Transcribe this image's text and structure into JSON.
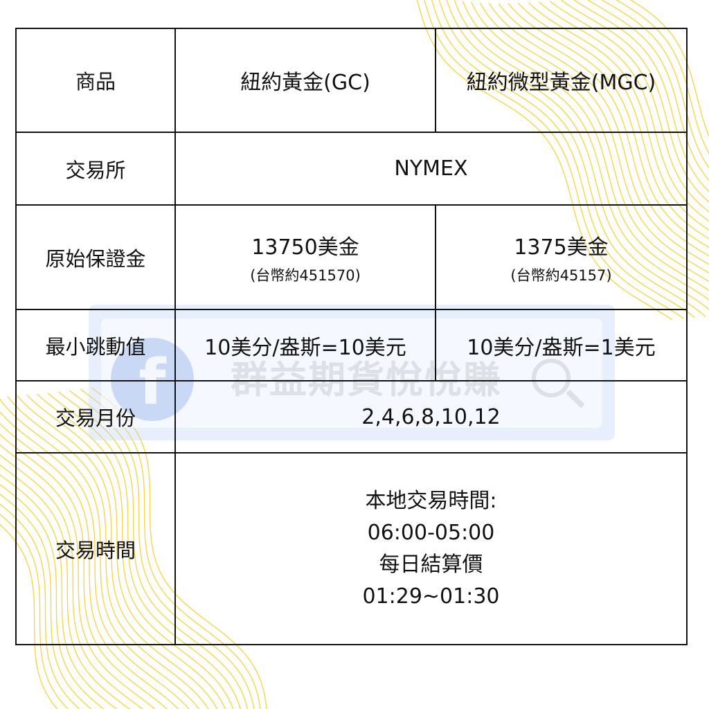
{
  "watermark": {
    "text": "群益期貨悅悅賺",
    "icon": "facebook-icon"
  },
  "colors": {
    "wave": "#f3d64e",
    "border": "#111111",
    "watermark": "#bed2f5"
  },
  "table": {
    "product": {
      "label": "商品",
      "gc": "紐約黃金(GC)",
      "mgc": "紐約微型黃金(MGC)"
    },
    "exchange": {
      "label": "交易所",
      "value": "NYMEX"
    },
    "margin": {
      "label": "原始保證金",
      "gc": "13750美金",
      "gc_twd": "(台幣約451570)",
      "mgc": "1375美金",
      "mgc_twd": "(台幣約45157)"
    },
    "tick": {
      "label": "最小跳動值",
      "gc": "10美分/盎斯=10美元",
      "mgc": "10美分/盎斯=1美元"
    },
    "months": {
      "label": "交易月份",
      "value": "2,4,6,8,10,12"
    },
    "hours": {
      "label": "交易時間",
      "line1": "本地交易時間:",
      "line2": "06:00-05:00",
      "line3": "每日結算價",
      "line4": "01:29~01:30"
    }
  }
}
